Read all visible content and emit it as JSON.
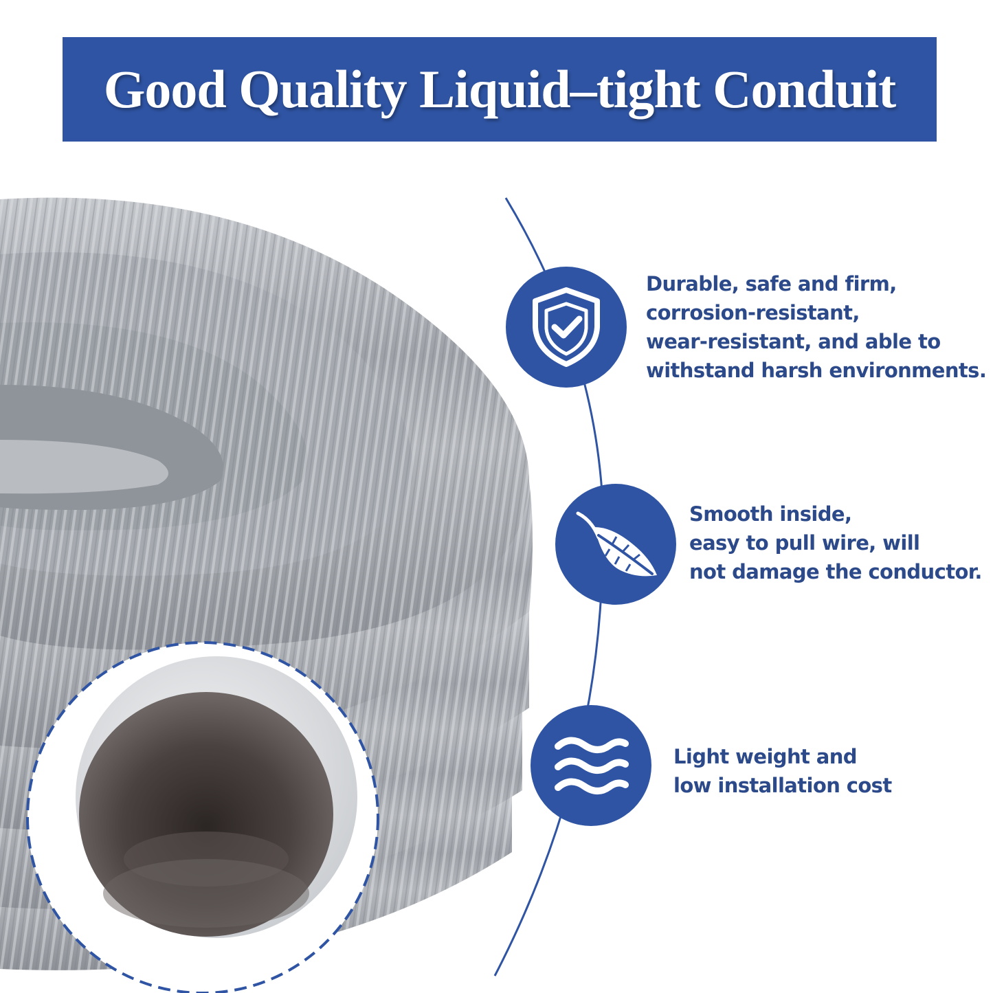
{
  "banner": {
    "title": "Good Quality Liquid–tight Conduit"
  },
  "colors": {
    "accent": "#2f54a3",
    "text": "#2c4a8a",
    "hose": "#a9adb3"
  },
  "features": [
    {
      "icon": "shield-check-icon",
      "lines": [
        "Durable, safe and firm,",
        "corrosion-resistant,",
        "wear-resistant, and able to",
        "withstand harsh environments."
      ]
    },
    {
      "icon": "feather-icon",
      "lines": [
        "Smooth inside,",
        "easy to pull wire, will",
        "not damage the conductor."
      ]
    },
    {
      "icon": "waves-icon",
      "lines": [
        "Light weight and",
        "low installation cost"
      ]
    }
  ]
}
